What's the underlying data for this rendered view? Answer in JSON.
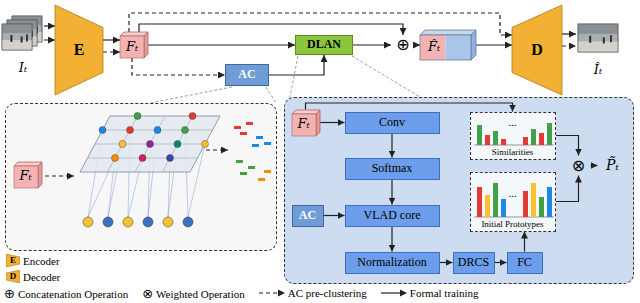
{
  "diagram": {
    "nodes": [
      {
        "text": [
          "Iₜ"
        ]
      },
      {
        "text": [
          "E"
        ]
      },
      {
        "text": [
          "Fₜ"
        ]
      },
      {
        "text": [
          "AC"
        ]
      },
      {
        "text": [
          "DLAN"
        ]
      },
      {
        "text": [
          "⊕"
        ]
      },
      {
        "text": [
          "F̂ₜ"
        ]
      },
      {
        "text": [
          "D"
        ]
      },
      {
        "text": [
          "Îₜ"
        ]
      },
      {
        "text": []
      },
      {
        "text": [
          "Fₜ"
        ],
        "in": 9
      },
      {
        "text": []
      },
      {
        "text": [
          "Fₜ"
        ],
        "in": 11
      },
      {
        "text": [
          "Conv"
        ],
        "in": 11
      },
      {
        "text": [
          "Softmax"
        ],
        "in": 11
      },
      {
        "text": [
          "AC"
        ],
        "in": 11
      },
      {
        "text": [
          "VLAD core"
        ],
        "in": 11
      },
      {
        "text": [
          "Normalization"
        ],
        "in": 11
      },
      {
        "text": [
          "DRCS"
        ],
        "in": 11
      },
      {
        "text": [
          "FC"
        ],
        "in": 11
      },
      {
        "text": [
          "...",
          "Similarities"
        ],
        "in": 11
      },
      {
        "text": [
          "...",
          "Initial Prototypes"
        ],
        "in": 11
      },
      {
        "text": [
          "⊗"
        ],
        "in": 11
      },
      {
        "text": [
          "P̃ₜ"
        ],
        "in": 11
      }
    ],
    "edges": [
      {
        "from": 0,
        "to": 1,
        "arrow": "to"
      },
      {
        "from": 0,
        "to": 1,
        "arrow": "to"
      },
      {
        "from": 1,
        "to": 2,
        "arrow": "to"
      },
      {
        "from": 1,
        "to": 2,
        "arrow": "to"
      },
      {
        "from": 2,
        "to": 4,
        "arrow": "to"
      },
      {
        "from": 2,
        "to": 3,
        "arrow": "to"
      },
      {
        "from": 3,
        "to": 4,
        "arrow": "to"
      },
      {
        "from": 2,
        "to": 5,
        "arrow": "to"
      },
      {
        "from": 2,
        "to": 7,
        "arrow": "to"
      },
      {
        "from": 4,
        "to": 5,
        "arrow": "to"
      },
      {
        "from": 5,
        "to": 6,
        "arrow": "to"
      },
      {
        "from": 6,
        "to": 7,
        "arrow": "to"
      },
      {
        "from": 7,
        "to": 8,
        "arrow": "to"
      },
      {
        "from": 7,
        "to": 8,
        "arrow": "to"
      },
      {
        "from": 12,
        "to": 13,
        "arrow": "to"
      },
      {
        "from": 13,
        "to": 14,
        "arrow": "to"
      },
      {
        "from": 14,
        "to": 16,
        "arrow": "to"
      },
      {
        "from": 15,
        "to": 16,
        "arrow": "to"
      },
      {
        "from": 16,
        "to": 17,
        "arrow": "to"
      },
      {
        "from": 17,
        "to": 18,
        "arrow": "to"
      },
      {
        "from": 18,
        "to": 19,
        "arrow": "to"
      },
      {
        "from": 19,
        "to": 21,
        "arrow": "to"
      },
      {
        "from": 12,
        "to": 20,
        "arrow": "to"
      },
      {
        "from": 20,
        "to": 22,
        "arrow": "to"
      },
      {
        "from": 21,
        "to": 22,
        "arrow": "to"
      },
      {
        "from": 22,
        "to": 23,
        "arrow": "to"
      }
    ],
    "labels": [
      "E",
      "D",
      "⊕",
      "⊗"
    ],
    "legend": [
      {
        "text": "Encoder"
      },
      {
        "text": "Decoder"
      },
      {
        "text": "Concatenation Operation"
      },
      {
        "text": "Weighted Operation"
      },
      {
        "text": "AC pre-clustering"
      },
      {
        "text": "Formal training"
      }
    ]
  }
}
